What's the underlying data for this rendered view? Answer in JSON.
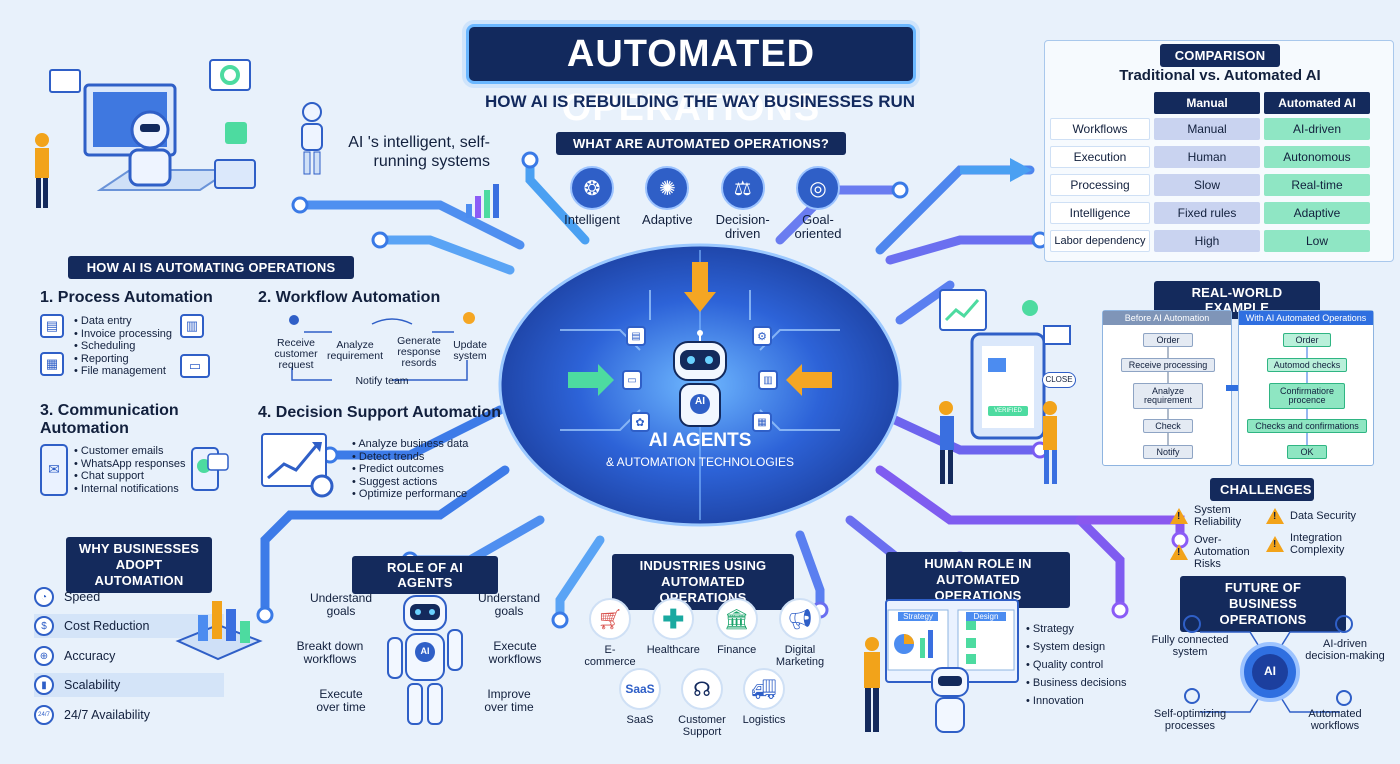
{
  "title": "AUTOMATED OPERATIONS",
  "subtitle": "HOW AI IS REBUILDING THE WAY BUSINESSES RUN",
  "intro_text": "AI 's intelligent, self-running systems",
  "colors": {
    "navy": "#142a5c",
    "accent_blue": "#2f5fc7",
    "network_blue": "#3a6fe0",
    "cyan": "#4cc3ff",
    "green": "#4ddba0",
    "orange": "#f5a623",
    "purple": "#8b5cf6"
  },
  "what_are": {
    "heading": "WHAT ARE AUTOMATED OPERATIONS?",
    "items": [
      {
        "icon": "brain-icon",
        "label": "Intelligent"
      },
      {
        "icon": "network-icon",
        "label": "Adaptive"
      },
      {
        "icon": "scales-icon",
        "label": "Decision-driven"
      },
      {
        "icon": "target-icon",
        "label": "Goal-oriented"
      }
    ]
  },
  "center": {
    "title": "AI AGENTS",
    "subtitle": "& AUTOMATION TECHNOLOGIES",
    "core_label": "AI"
  },
  "how_ai": {
    "heading": "HOW AI IS AUTOMATING OPERATIONS",
    "process": {
      "title": "1. Process Automation",
      "items": [
        "Data entry",
        "Invoice processing",
        "Scheduling",
        "Reporting",
        "File management"
      ]
    },
    "workflow": {
      "title": "2. Workflow Automation",
      "steps": [
        "Receive customer request",
        "Analyze requirement",
        "Generate response resords",
        "Update system"
      ],
      "loop_label": "Notify team"
    },
    "communication": {
      "title": "3. Communication Automation",
      "items": [
        "Customer emails",
        "WhatsApp responses",
        "Chat support",
        "Internal notifications"
      ]
    },
    "decision": {
      "title": "4. Decision Support Automation",
      "items": [
        "Analyze business data",
        "Detect trends",
        "Predict outcomes",
        "Suggest actions",
        "Optimize performance"
      ]
    }
  },
  "why": {
    "heading": "WHY BUSINESSES ADOPT AUTOMATION",
    "items": [
      {
        "icon": "speed-icon",
        "label": "Speed"
      },
      {
        "icon": "hand-coin-icon",
        "label": "Cost Reduction"
      },
      {
        "icon": "crosshair-icon",
        "label": "Accuracy"
      },
      {
        "icon": "bars-icon",
        "label": "Scalability"
      },
      {
        "icon": "clock-24-7-icon",
        "label": "24/7 Availability",
        "badge": "24/7"
      }
    ]
  },
  "role_agents": {
    "heading": "ROLE OF AI AGENTS",
    "left": [
      "Understand goals",
      "Breakt down workflows",
      "Execute over time"
    ],
    "right": [
      "Understand goals",
      "Execute workflows",
      "Improve over time"
    ],
    "robot_label": "AI"
  },
  "industries": {
    "heading": "INDUSTRIES USING AUTOMATED OPERATIONS",
    "row1": [
      {
        "icon": "cart-icon",
        "label": "E-commerce"
      },
      {
        "icon": "medical-cross-icon",
        "label": "Healthcare"
      },
      {
        "icon": "bank-icon",
        "label": "Finance"
      },
      {
        "icon": "megaphone-icon",
        "label": "Digital Marketing"
      }
    ],
    "row2": [
      {
        "icon": "saas-icon",
        "label": "SaaS",
        "badge": "SaaS"
      },
      {
        "icon": "headset-icon",
        "label": "Customer Support"
      },
      {
        "icon": "truck-icon",
        "label": "Logistics"
      }
    ]
  },
  "human_role": {
    "heading": "HUMAN ROLE IN AUTOMATED OPERATIONS",
    "board_labels": [
      "Strategy",
      "Design"
    ],
    "items": [
      "Strategy",
      "System design",
      "Quality control",
      "Business decisions",
      "Innovation"
    ]
  },
  "comparison": {
    "heading": "COMPARISON",
    "subheading": "Traditional vs. Automated AI",
    "columns": [
      "Manual",
      "Automated AI"
    ],
    "rows": [
      {
        "label": "Workflows",
        "manual": "Manual",
        "auto": "AI-driven"
      },
      {
        "label": "Execution",
        "manual": "Human",
        "auto": "Autonomous"
      },
      {
        "label": "Processing",
        "manual": "Slow",
        "auto": "Real-time"
      },
      {
        "label": "Intelligence",
        "manual": "Fixed rules",
        "auto": "Adaptive"
      },
      {
        "label": "Labor dependency",
        "manual": "High",
        "auto": "Low"
      }
    ]
  },
  "example": {
    "heading": "REAL-WORLD EXAMPLE",
    "before": {
      "title": "Before AI Automation",
      "steps": [
        "Order",
        "Receive processing",
        "Analyze requirement",
        "Check",
        "Notify"
      ]
    },
    "after": {
      "title": "With AI Automated Operations",
      "steps": [
        "Order",
        "Automod checks",
        "Confirmatiore procence",
        "Checks and confirmations",
        "OK"
      ]
    },
    "illustration_labels": [
      "CLOSE",
      "VERIFIED"
    ]
  },
  "challenges": {
    "heading": "CHALLENGES",
    "items": [
      "System Reliability",
      "Data Security",
      "Over-Automation Risks",
      "Integration Complexity"
    ]
  },
  "future": {
    "heading": "FUTURE OF BUSINESS OPERATIONS",
    "items": [
      "Fully connected system",
      "AI-driven decision-making",
      "Self-optimizing processes",
      "Automated workflows"
    ],
    "core_label": "AI"
  }
}
